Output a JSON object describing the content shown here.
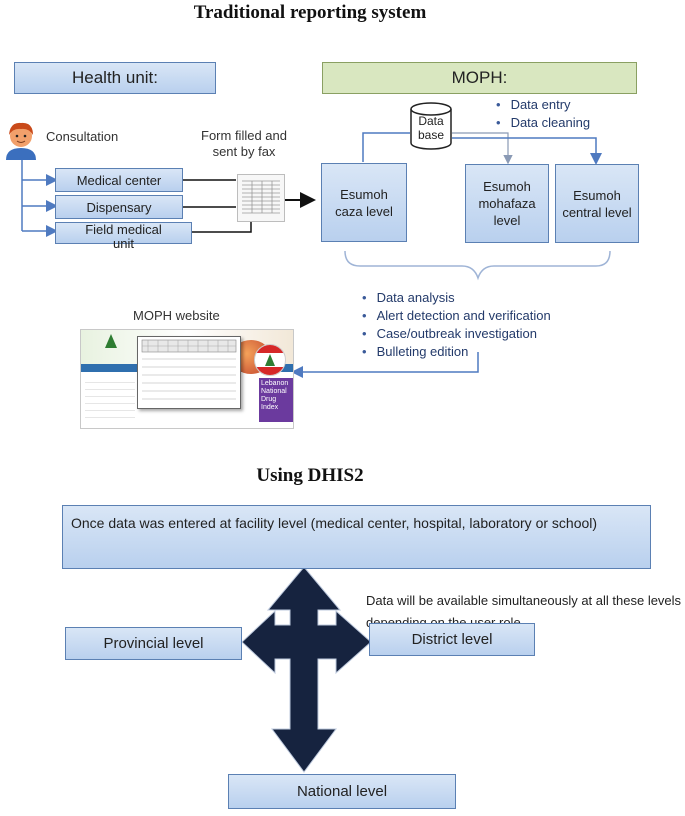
{
  "traditional": {
    "title": "Traditional reporting system",
    "health_unit": "Health unit:",
    "moph": "MOPH:",
    "consultation": "Consultation",
    "units": [
      "Medical center",
      "Dispensary",
      "Field medical unit"
    ],
    "form_note": "Form filled and sent by fax",
    "database": "Data base",
    "moph_tasks": [
      "Data entry",
      "Data cleaning"
    ],
    "levels": [
      "Esumoh caza level",
      "Esumoh mohafaza level",
      "Esumoh central level"
    ],
    "analysis": [
      "Data analysis",
      "Alert detection and verification",
      "Case/outbreak investigation",
      "Bulleting edition"
    ],
    "website_label": "MOPH website",
    "website_banner": "Lebanon National Drug Index"
  },
  "dhis2": {
    "title": "Using DHIS2",
    "facility": "Once data was entered at facility level (medical center, hospital, laboratory or school)",
    "note": "Data will be available simultaneously at all these levels depending on the user role",
    "provincial": "Provincial level",
    "district": "District level",
    "national": "National level"
  },
  "colors": {
    "box_blue": "#c6d8f0",
    "box_border": "#5b80b3",
    "moph_green": "#d9e7c0",
    "arrow_dark": "#16233f",
    "connector_blue": "#4f7ac0"
  }
}
